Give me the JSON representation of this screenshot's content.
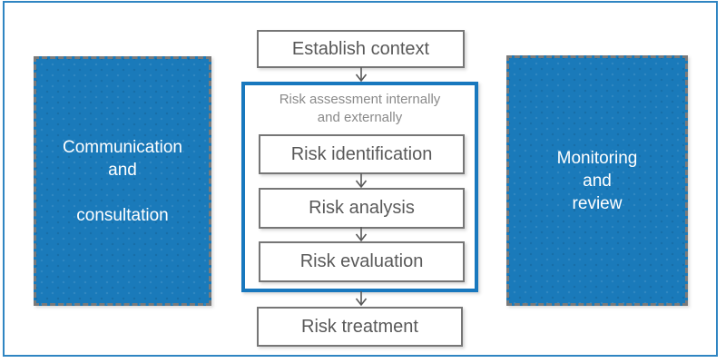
{
  "diagram": {
    "establish_context_label": "Establish context",
    "assessment": {
      "title_line1": "Risk assessment internally",
      "title_line2": "and externally",
      "steps": [
        "Risk identification",
        "Risk analysis",
        "Risk evaluation"
      ]
    },
    "risk_treatment_label": "Risk treatment",
    "communication_panel": {
      "line1": "Communication",
      "line2": "and",
      "line3": "",
      "line4": "consultation"
    },
    "monitoring_panel": {
      "line1": "Monitoring",
      "line2": "and",
      "line3": "review"
    },
    "colors": {
      "panel_fill_blue": "#1a7aba",
      "assessment_border_blue": "#1878be",
      "outer_frame_blue": "#2f85c2",
      "box_border_gray": "#767676",
      "dashed_border_gray": "#7a7a7a",
      "box_text_gray": "#595959",
      "title_text_gray": "#8a8a8a",
      "panel_text_white": "#ffffff",
      "arrow_gray": "#595959"
    }
  }
}
